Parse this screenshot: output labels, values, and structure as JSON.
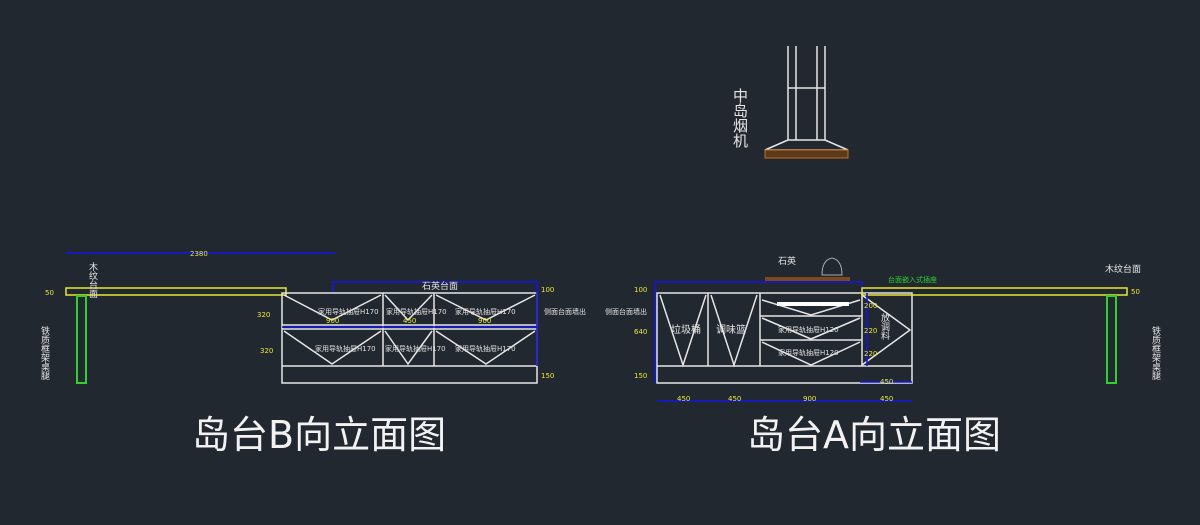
{
  "hood": {
    "label": "中岛烟机"
  },
  "view_b": {
    "title": "岛台B向立面图",
    "overall_dim": "2380",
    "wood_top_label": "木纹台面",
    "leg_label": "铁质框架桌腿",
    "stone_top_label": "石英台面",
    "side_label": "侧面台面墙出",
    "drawer_labels": [
      "家用导轨抽屉H170",
      "家用导轨抽屉H170",
      "家用导轨抽屉H170",
      "家用导轨抽屉H170",
      "家用导轨抽屉H170",
      "家用导轨抽屉H170"
    ],
    "width_dims": [
      "900",
      "450",
      "900"
    ],
    "height_dims": {
      "top": "50",
      "drawer1": "320",
      "drawer2": "320",
      "stone": "100",
      "plinth": "150"
    }
  },
  "view_a": {
    "title": "岛台A向立面图",
    "stone_label": "石英",
    "socket_label": "台面嵌入式插座",
    "wood_top_label": "木纹台面",
    "leg_label": "铁质框架桌腿",
    "side_label": "侧面台面墙出",
    "trash_label": "垃圾桶",
    "spice_label": "调味篮",
    "seasoning_label": "放调料",
    "drawer_labels": [
      "家用导轨抽屉H120",
      "家用导轨抽屉H120"
    ],
    "bottom_dims": [
      "450",
      "450",
      "900",
      "450"
    ],
    "right_width_dim": "450",
    "left_dims": {
      "top": "100",
      "body": "640",
      "plinth": "150"
    },
    "right_dims": [
      "200",
      "220",
      "220"
    ],
    "top_dim": "50"
  }
}
